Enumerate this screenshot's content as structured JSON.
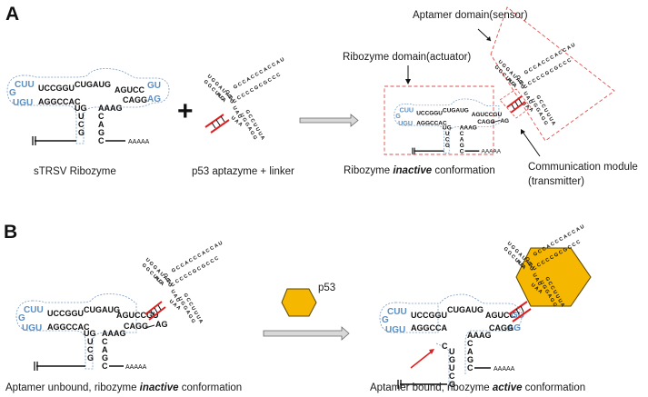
{
  "panels": {
    "A": {
      "label": "A",
      "ribozyme": {
        "caption": "sTRSV Ribozyme",
        "loop_left_top": "CUU",
        "loop_left_g": "G",
        "loop_left_bottom": "UGU",
        "top_strand_1": "UCCGGU",
        "top_strand_2": "CUGAUG",
        "top_strand_3": "AGUCC",
        "loop_right_top": "GU",
        "loop_right_bottom": "AG",
        "bottom_strand_1": "AGGCCAC",
        "bottom_strand_2": "UG",
        "bottom_strand_3": "AAAG",
        "bottom_strand_4": "CAGG",
        "stem_left": "UCG",
        "stem_right": "CAGC",
        "polyA": "AAAAA"
      },
      "plus": "+",
      "aptazyme": {
        "caption": "p53 aptazyme + linker"
      },
      "conformation": {
        "caption_prefix": "Ribozyme ",
        "caption_emph": "inactive",
        "caption_suffix": " conformation",
        "label_aptamer": "Aptamer domain(sensor)",
        "label_ribozyme": "Ribozyme domain(actuator)",
        "label_comm_1": "Communication module",
        "label_comm_2": "(transmitter)"
      }
    },
    "B": {
      "label": "B",
      "left_caption_prefix": "Aptamer unbound, ribozyme ",
      "left_caption_emph": "inactive",
      "left_caption_suffix": " conformation",
      "ligand_label": "p53",
      "right_caption_prefix": "Aptamer bound, ribozyme ",
      "right_caption_emph": "active",
      "right_caption_suffix": " conformation",
      "active_bottom_strand": "AGGCCA",
      "active_stem": "CUGUCG"
    }
  },
  "colors": {
    "nucleotide_blue": "#5b8fc4",
    "linker_red": "#e02020",
    "box_dash": "#d9534f",
    "hexagon_fill": "#f5b700",
    "arrow_gray": "#d8d8d8"
  }
}
